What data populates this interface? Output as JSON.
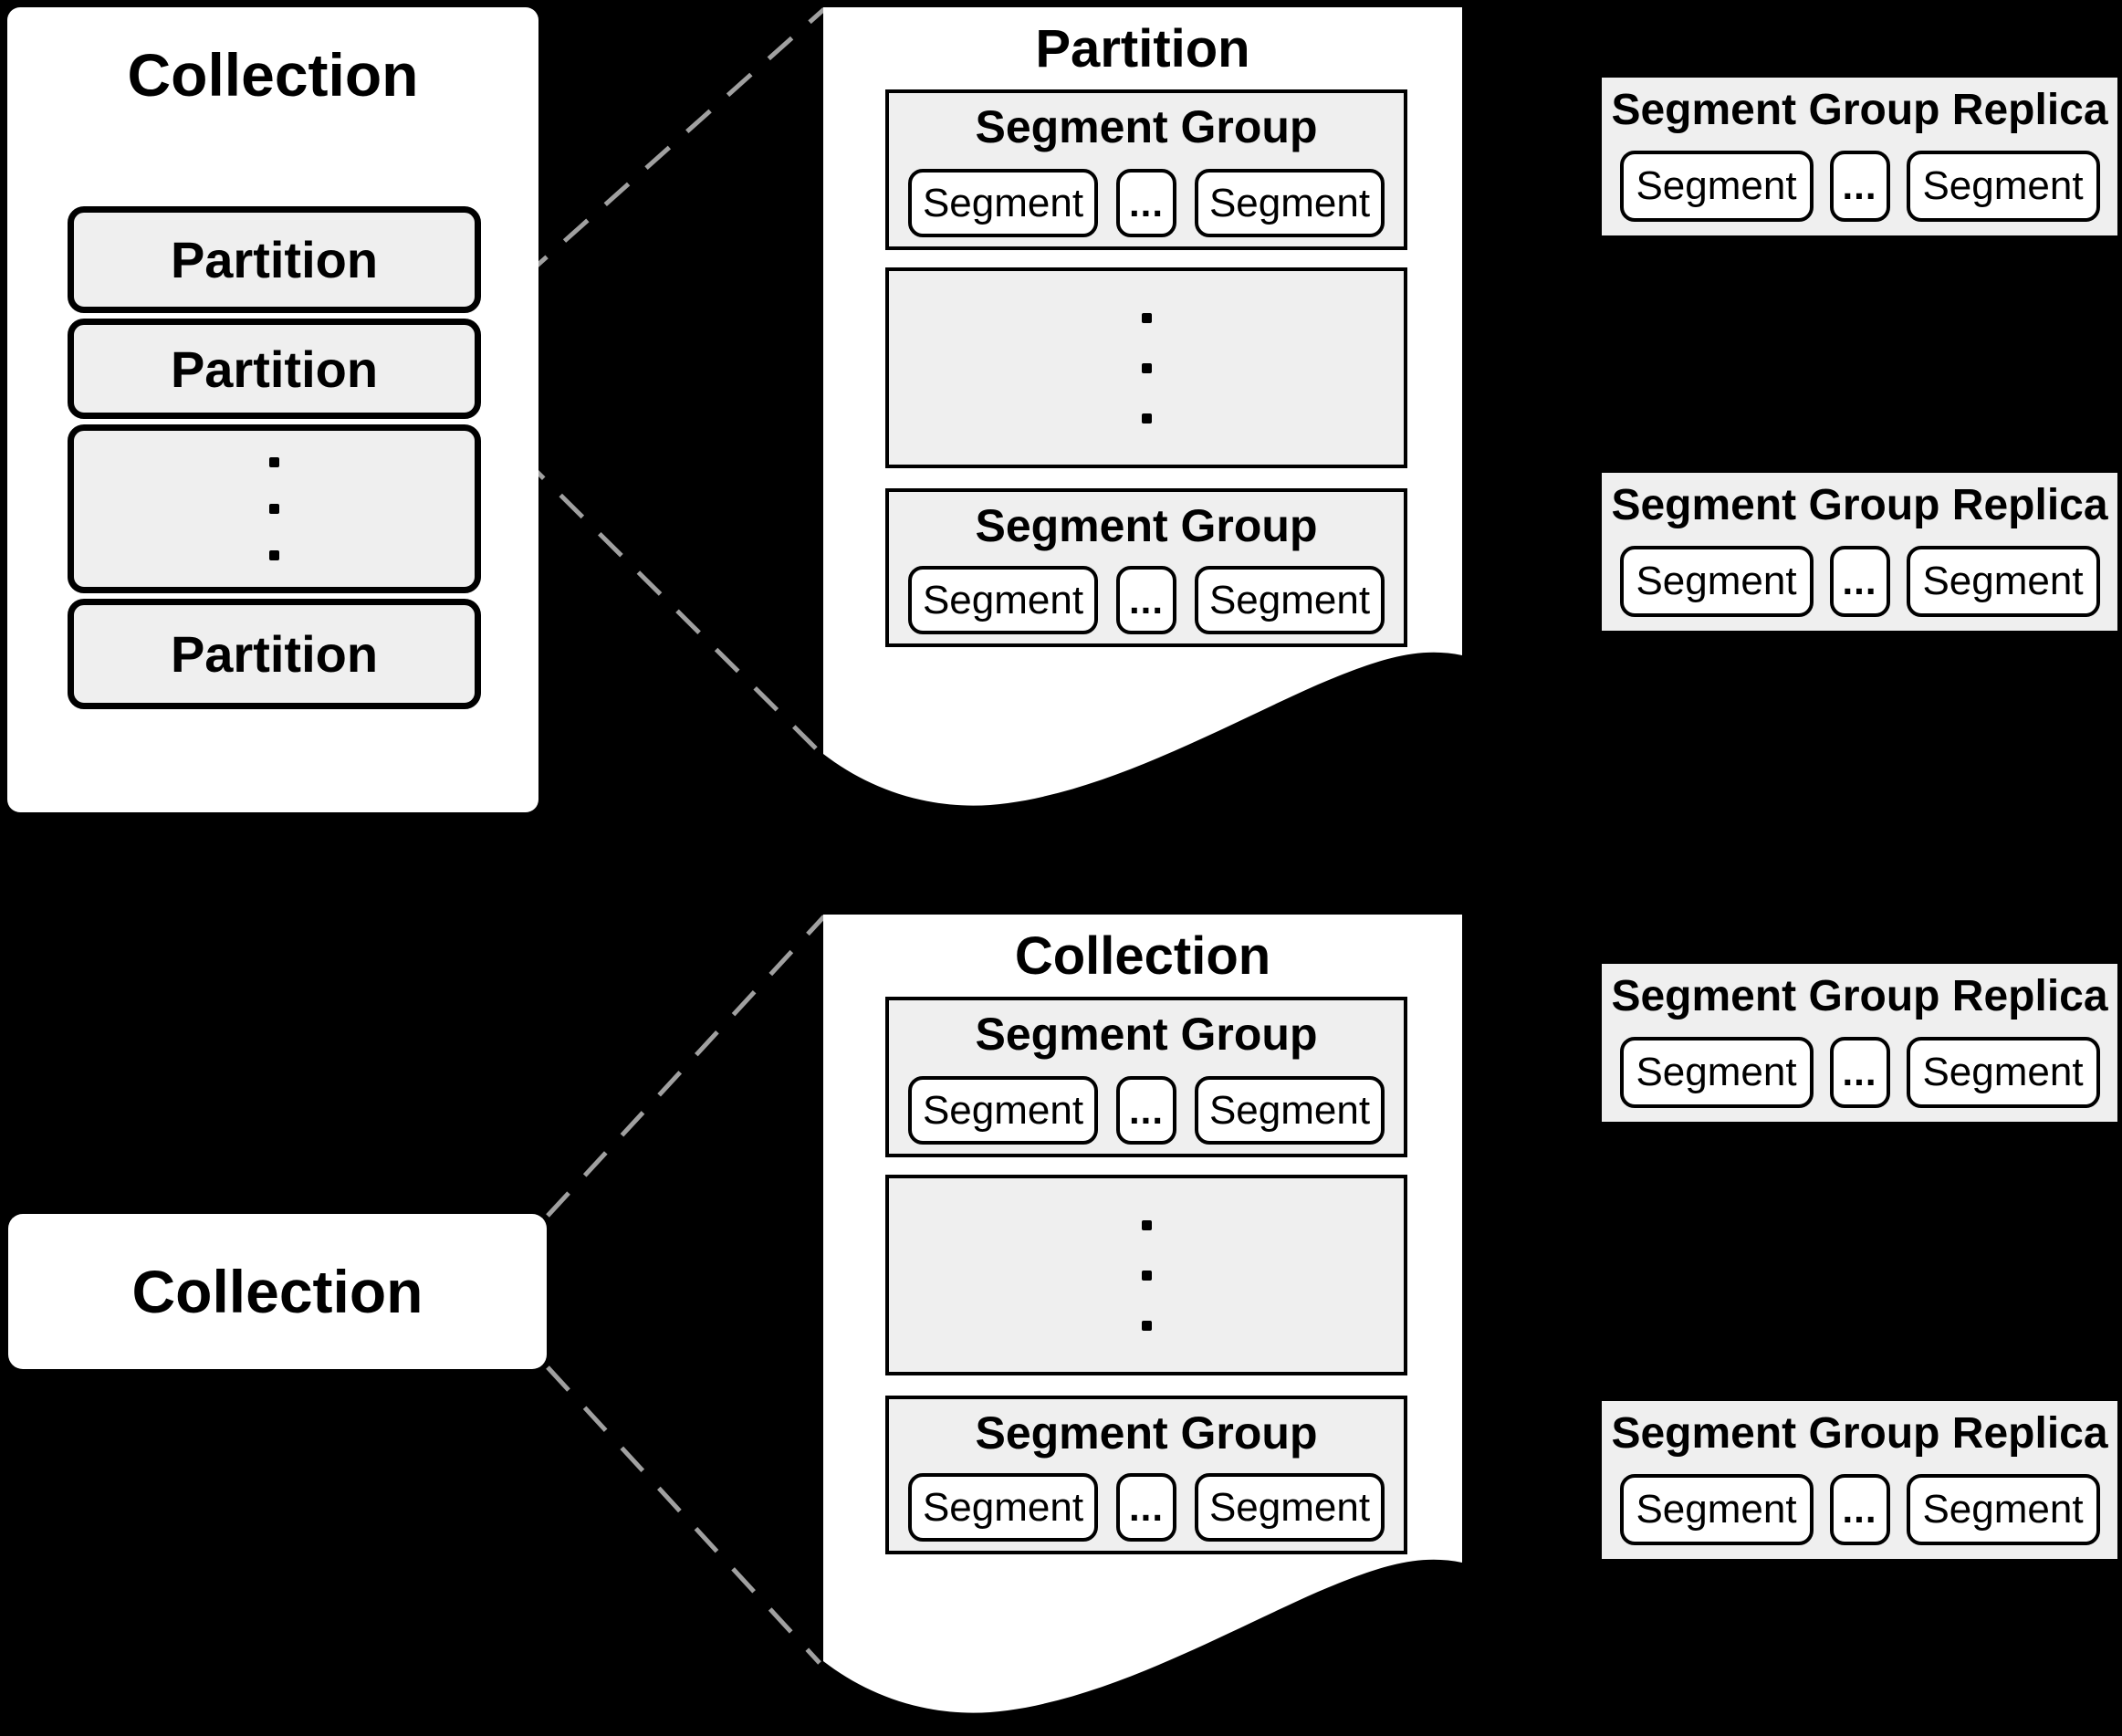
{
  "colors": {
    "background": "#000000",
    "page_fill": "#ffffff",
    "group_fill": "#efefef",
    "segment_fill": "#ffffff",
    "outline": "#000000",
    "connector": "#a0a0a0"
  },
  "left_collection": {
    "title": "Collection",
    "partitions": [
      "Partition",
      "Partition",
      "Partition"
    ]
  },
  "partition_page": {
    "title": "Partition",
    "groups": [
      {
        "title": "Segment Group",
        "segments": [
          "Segment",
          "...",
          "Segment"
        ]
      },
      {
        "title": "Segment Group",
        "segments": [
          "Segment",
          "...",
          "Segment"
        ]
      }
    ]
  },
  "collection_page": {
    "title": "Collection",
    "groups": [
      {
        "title": "Segment Group",
        "segments": [
          "Segment",
          "...",
          "Segment"
        ]
      },
      {
        "title": "Segment Group",
        "segments": [
          "Segment",
          "...",
          "Segment"
        ]
      }
    ]
  },
  "collection_box": {
    "title": "Collection"
  },
  "replicas": [
    {
      "title": "Segment Group Replica",
      "segments": [
        "Segment",
        "...",
        "Segment"
      ]
    },
    {
      "title": "Segment Group Replica",
      "segments": [
        "Segment",
        "...",
        "Segment"
      ]
    },
    {
      "title": "Segment Group Replica",
      "segments": [
        "Segment",
        "...",
        "Segment"
      ]
    },
    {
      "title": "Segment Group Replica",
      "segments": [
        "Segment",
        "...",
        "Segment"
      ]
    }
  ]
}
